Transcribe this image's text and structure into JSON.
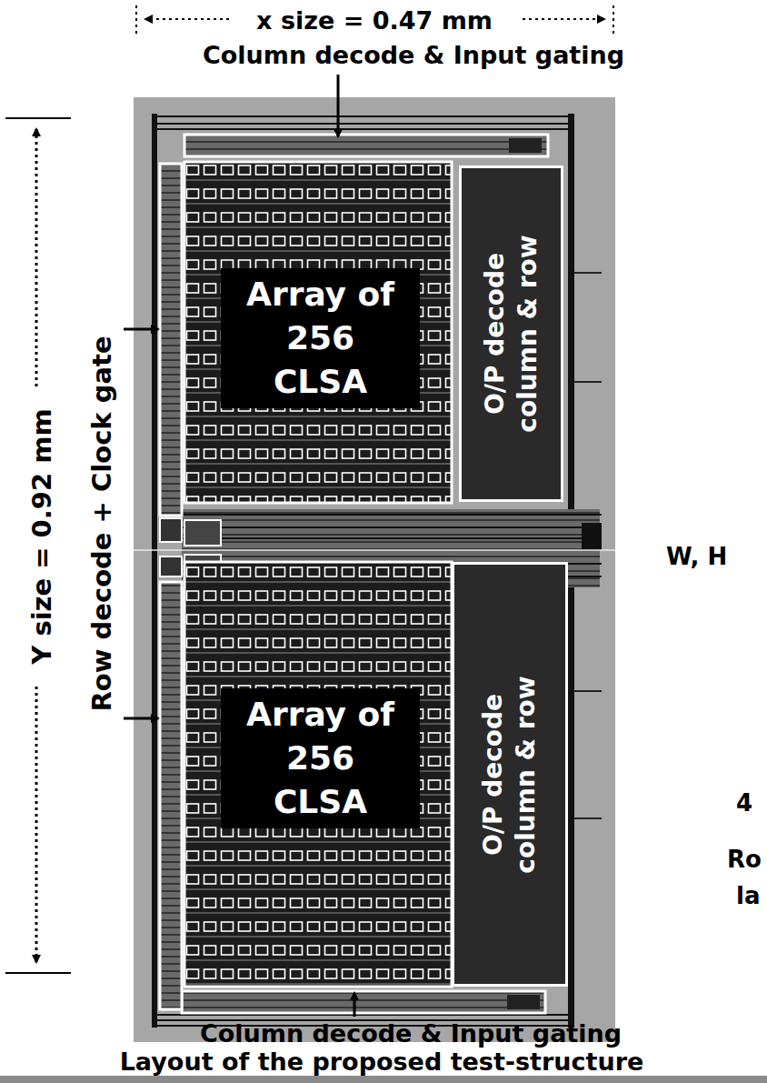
{
  "diagram": {
    "caption": "Layout of the proposed test-structure",
    "nodes": [
      {
        "text": [
          "Array of 256 CLSA"
        ]
      },
      {
        "text": [
          "O/P decode column & row"
        ]
      },
      {
        "text": [
          "Array of 256 CLSA"
        ]
      },
      {
        "text": [
          "O/P decode column & row"
        ]
      }
    ],
    "labels": [
      "x size = 0.47 mm",
      "Column decode & Input gating",
      "Y size = 0.92 mm",
      "Row decode + Clock gate",
      "Column decode & Input gating",
      "W, H",
      "4",
      "Ro",
      "la"
    ]
  }
}
